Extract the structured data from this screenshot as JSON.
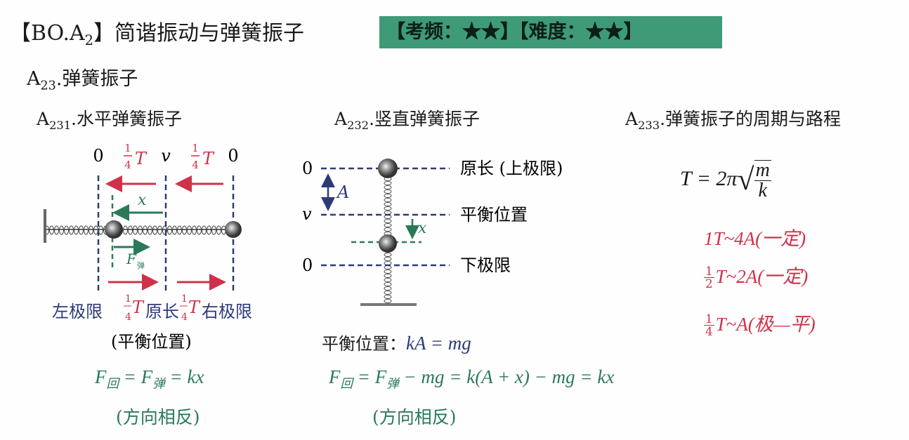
{
  "header": {
    "title_prefix": "【BO.A",
    "title_sub": "2",
    "title_suffix": "】简谐振动与弹簧振子",
    "badge": "【考频：★★】【难度：★★】"
  },
  "section": {
    "prefix": "A",
    "sub": "23",
    "label": ".弹簧振子"
  },
  "horizontal": {
    "heading_sub": "231",
    "heading_label": ".水平弹簧振子",
    "top_labels": [
      "0",
      "v",
      "0"
    ],
    "quarter_num": "1",
    "quarter_den": "4",
    "period": "T",
    "disp": "x",
    "force": "F",
    "force_sub": "弹",
    "bottom": {
      "left": "左极限",
      "middle": "原长",
      "right": "右极限"
    },
    "balance": "(平衡位置)",
    "formula": {
      "lhs": "F",
      "lhs_sub": "回",
      "eq1": " = ",
      "mid": "F",
      "mid_sub": "弹",
      "rest": "  = kx"
    },
    "note": "(方向相反)"
  },
  "vertical": {
    "heading_sub": "232",
    "heading_label": ".竖直弹簧振子",
    "left_labels": [
      "0",
      "v",
      "0"
    ],
    "amp": "A",
    "disp": "x",
    "right_labels": [
      "原长 (上极限)",
      "平衡位置",
      "下极限"
    ],
    "balance_label": "平衡位置：",
    "balance_eq": "kA = mg",
    "formula": {
      "lhs": "F",
      "lhs_sub": "回",
      "eq1": " = ",
      "mid": "F",
      "mid_sub": "弹",
      "rest": " − mg  = k(A + x) − mg = kx"
    },
    "note": "(方向相反)"
  },
  "period": {
    "heading_sub": "233",
    "heading_label": ".弹簧振子的周期与路程",
    "formula_lhs": "T = 2π",
    "num": "m",
    "den": "k",
    "rows": [
      {
        "num": "",
        "den": "",
        "text": "1T~4A(一定)"
      },
      {
        "num": "1",
        "den": "2",
        "text": "T~2A(一定)"
      },
      {
        "num": "1",
        "den": "4",
        "text": "T~A(极—平)"
      }
    ]
  },
  "colors": {
    "navy": "#2e3a78",
    "red": "#d0314a",
    "green": "#2a7a5a",
    "badge": "#3f9a78"
  }
}
